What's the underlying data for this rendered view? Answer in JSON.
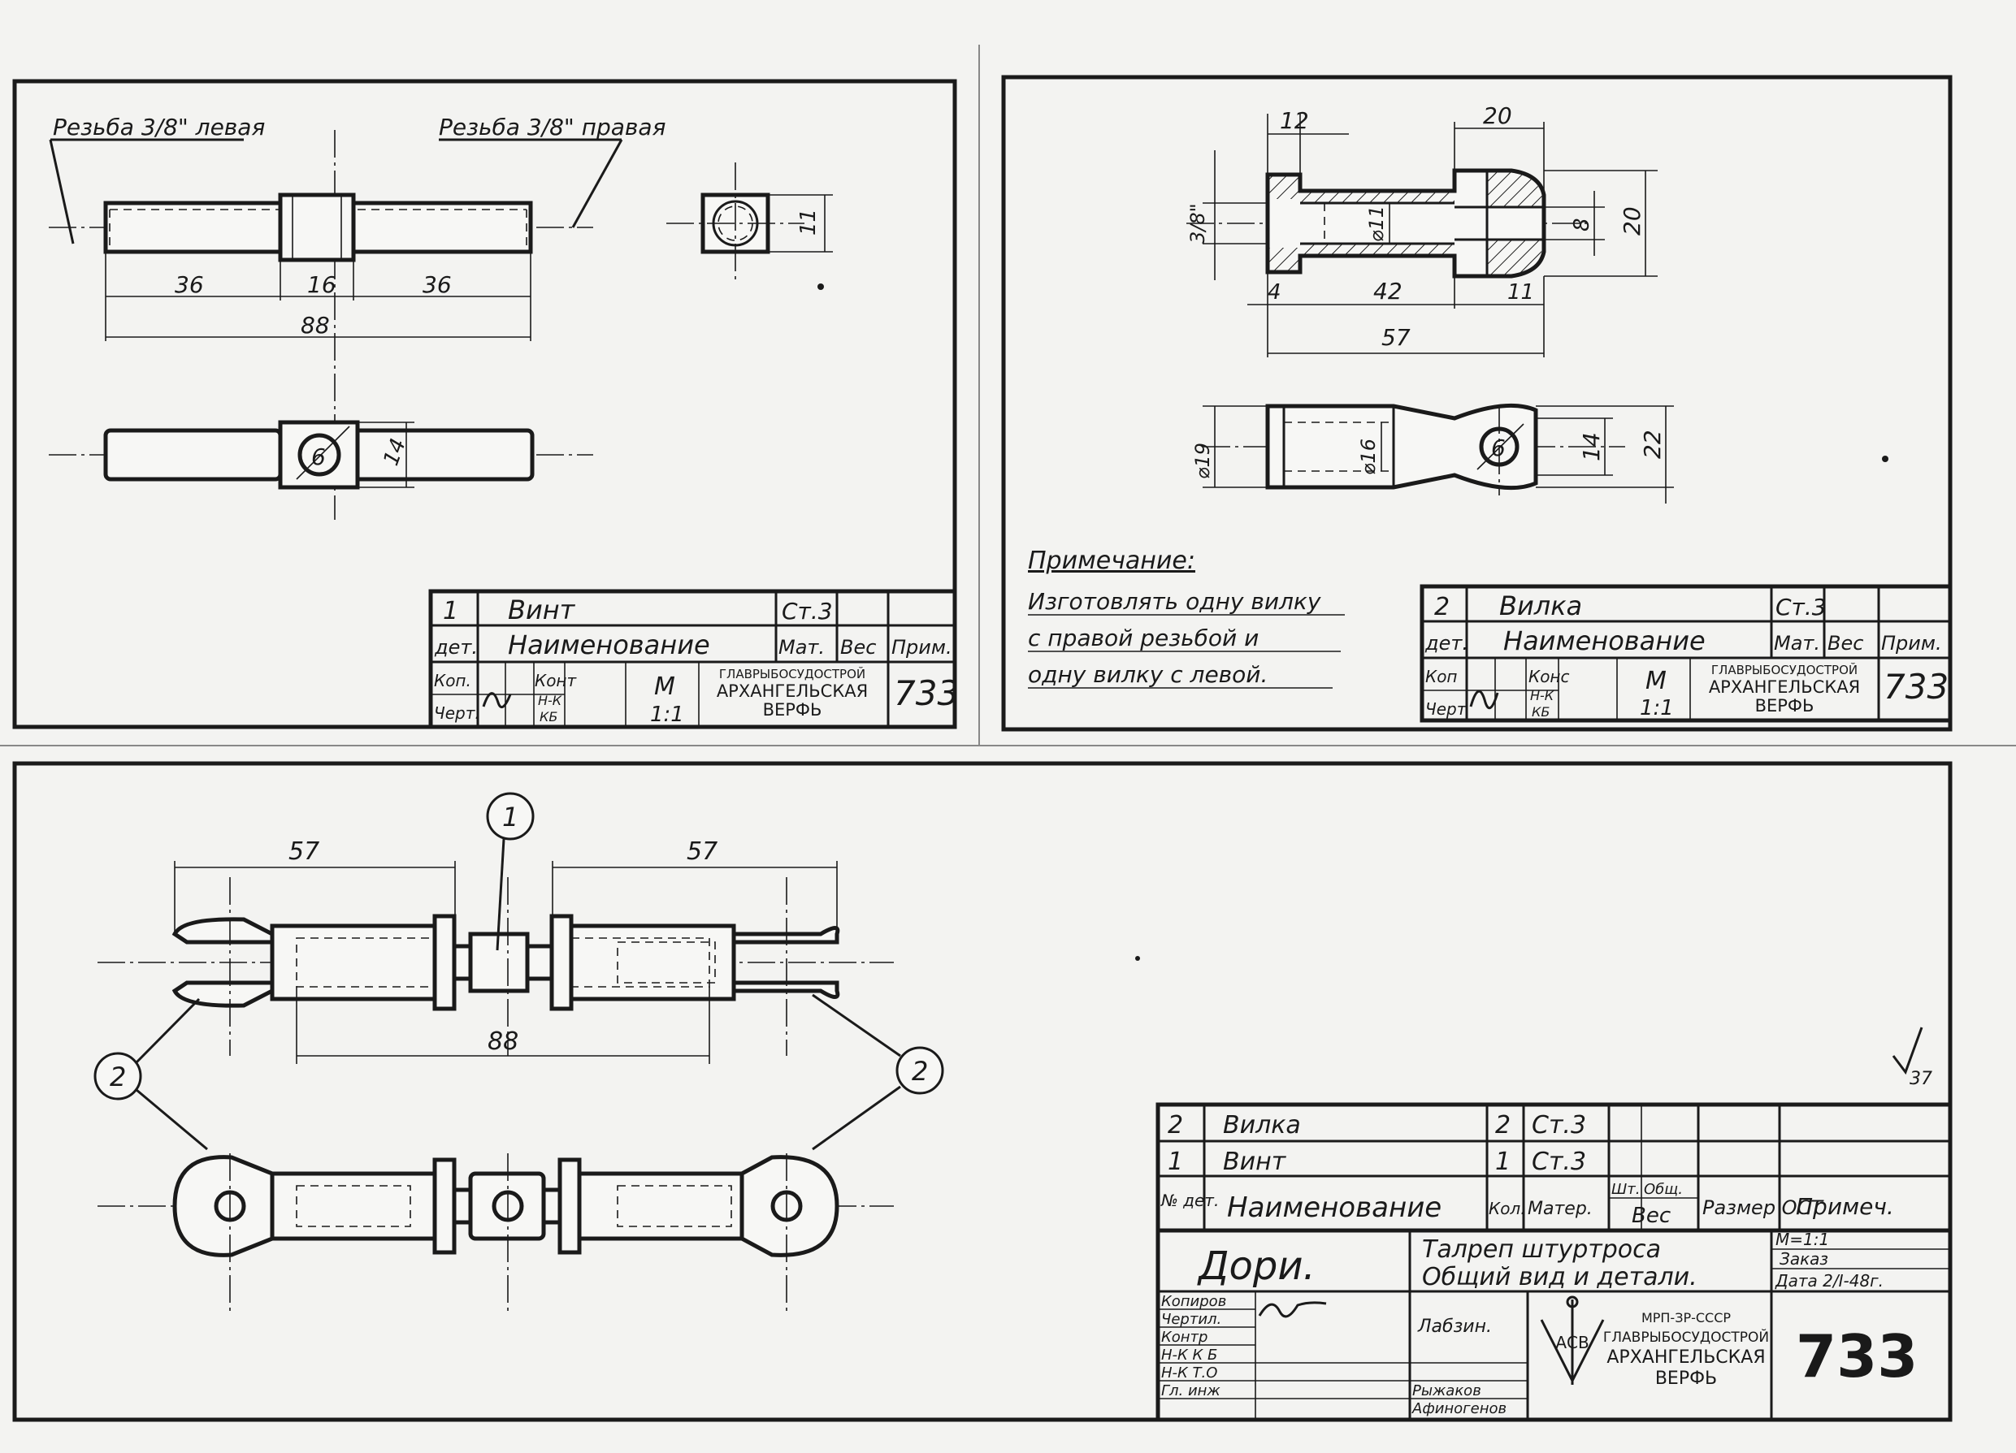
{
  "sheet_top_left": {
    "thread_left": "Резьба 3/8\" левая",
    "thread_right": "Резьба 3/8\" правая",
    "dims": [
      "36",
      "16",
      "36",
      "88",
      "11",
      "6",
      "14"
    ],
    "title_block": {
      "part_no": "1",
      "part_name": "Винт",
      "material": "Ст.3",
      "col_det": "дет.",
      "col_name": "Наименование",
      "col_mat": "Мат.",
      "col_weight": "Вес",
      "col_note": "Прим.",
      "kop": "Коп.",
      "chert": "Черт.",
      "kont": "Конт",
      "n_k": "Н-К",
      "kb": "КБ",
      "scale_m": "М",
      "scale": "1:1",
      "org1": "ГЛАВРЫБОСУДОСТРОЙ",
      "org2": "АРХАНГЕЛЬСКАЯ",
      "org3": "ВЕРФЬ",
      "drawing_no": "733"
    }
  },
  "sheet_top_right": {
    "dims": [
      "12",
      "20",
      "3/8\"",
      "⌀11",
      "8",
      "20",
      "4",
      "42",
      "11",
      "57",
      "⌀19",
      "⌀16",
      "6",
      "14",
      "22"
    ],
    "note_title": "Примечание:",
    "note_lines": [
      "Изготовлять одну вилку",
      "с правой резьбой и",
      "одну вилку с левой."
    ],
    "title_block": {
      "part_no": "2",
      "part_name": "Вилка",
      "material": "Ст.3",
      "col_det": "дет.",
      "col_name": "Наименование",
      "col_mat": "Мат.",
      "col_weight": "Вес",
      "col_note": "Прим.",
      "kop": "Коп",
      "chert": "Черт",
      "kont": "Конс",
      "n_k": "Н-К",
      "kb": "КБ",
      "scale_m": "М",
      "scale": "1:1",
      "org1": "ГЛАВРЫБОСУДОСТРОЙ",
      "org2": "АРХАНГЕЛЬСКАЯ",
      "org3": "ВЕРФЬ",
      "drawing_no": "733"
    }
  },
  "sheet_bottom": {
    "dims": [
      "57",
      "57",
      "88"
    ],
    "balloons": [
      "1",
      "2",
      "2"
    ],
    "margin_mark": "37",
    "parts_list": [
      {
        "no": "2",
        "name": "Вилка",
        "qty": "2",
        "material": "Ст.3"
      },
      {
        "no": "1",
        "name": "Винт",
        "qty": "1",
        "material": "Ст.3"
      }
    ],
    "header": {
      "no": "№ дет.",
      "name": "Наименование",
      "qty": "Кол.",
      "material": "Матер.",
      "weight_one": "Шт.",
      "weight_total": "Общ.",
      "weight": "Вес",
      "size": "Размер ОСТ",
      "note": "Примеч."
    },
    "title_left": "Дори.",
    "title_line1": "Талреп штуртроса",
    "title_line2": "Общий вид и детали.",
    "scale": "М=1:1",
    "order": "Заказ",
    "date": "Дата 2/I-48г.",
    "roles": [
      "Копиров",
      "Чертил.",
      "Контр",
      "Н-К К Б",
      "Н-К Т.О",
      "Гл. инж"
    ],
    "names": [
      "Лабзин.",
      "Рыжаков",
      "Афиногенов"
    ],
    "org0": "МРП-ЗР-СССР",
    "org1": "ГЛАВРЫБОСУДОСТРОЙ",
    "org2": "АРХАНГЕЛЬСКАЯ",
    "org3": "ВЕРФЬ",
    "logo": "АСВ",
    "drawing_no": "733"
  }
}
